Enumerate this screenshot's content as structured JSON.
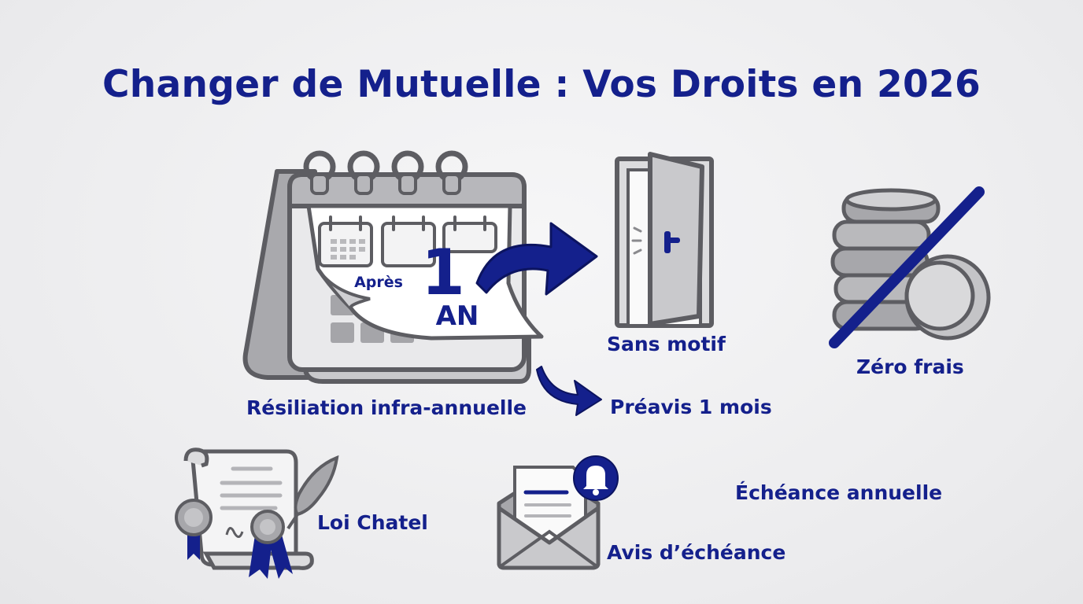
{
  "title": "Changer de Mutuelle : Vos Droits en 2026",
  "calendar": {
    "prefix": "Après",
    "number": "1",
    "unit": "AN"
  },
  "labels": {
    "resiliation": "Résiliation infra-annuelle",
    "sans_motif": "Sans motif",
    "zero_frais": "Zéro frais",
    "preavis": "Préavis 1 mois",
    "loi": "Loi Chatel",
    "echeance": "Échéance annuelle",
    "avis": "Avis d’échéance"
  },
  "colors": {
    "accent": "#14208c",
    "grey": "#6e6e72",
    "light": "#d6d6d8"
  },
  "icons": [
    "calendar-icon",
    "arrow-icon",
    "door-icon",
    "coins-icon",
    "strike-icon",
    "certificate-icon",
    "quill-icon",
    "envelope-icon",
    "bell-icon"
  ]
}
